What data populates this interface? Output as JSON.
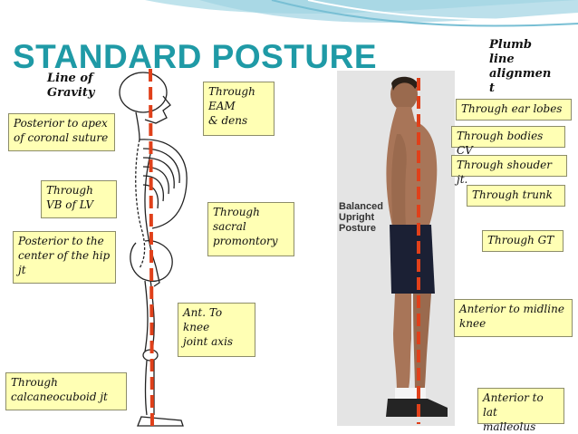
{
  "title": "STANDARD POSTURE",
  "line_of_gravity": "Line of\nGravity",
  "plumb_line": "Plumb\nline\nalignmen\nt",
  "photo_caption": "Balanced\nUpright\nPosture",
  "left_labels": {
    "eam": "Through\nEAM\n& dens",
    "coronal_suture": "Posterior to apex\nof  coronal suture",
    "vb_lv": "Through\nVB of LV",
    "sacral": "Through\nsacral\npromontory",
    "hip": "Posterior to the\ncenter of the hip\njt",
    "knee": "Ant. To\nknee\njoint axis",
    "calcaneo": "Through\ncalcaneocuboid jt"
  },
  "right_labels": {
    "ear": "Through ear lobes",
    "bodies_cv": "Through bodies CV",
    "shoulder": "Through shouder jt.",
    "trunk": "Through trunk",
    "gt": "Through GT",
    "knee_mid": "Anterior to midline\nknee",
    "malleolus": "Anterior to lat\nmalleolus"
  },
  "colors": {
    "title": "#1f9aa6",
    "box_fill": "#ffffb4",
    "plumb_line": "#e0401a"
  }
}
